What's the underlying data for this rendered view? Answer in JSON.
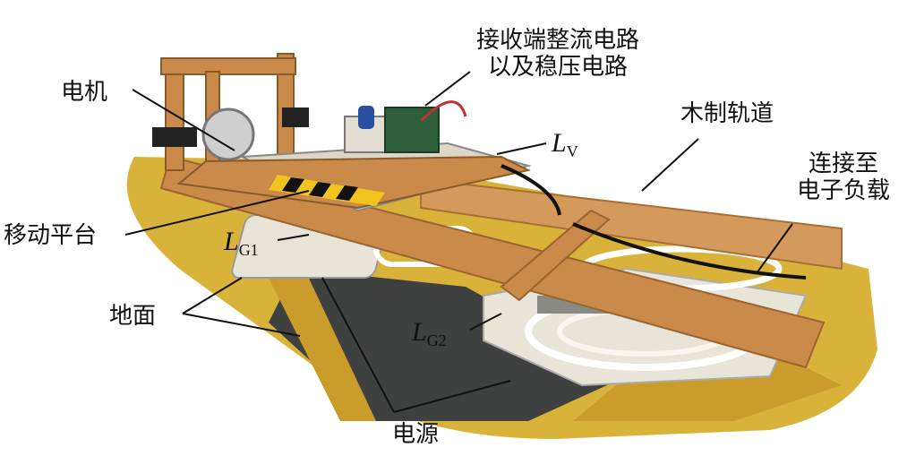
{
  "labels": {
    "rectifier_line1": "接收端整流电路",
    "rectifier_line2": "以及稳压电路",
    "motor": "电机",
    "wooden_track": "木制轨道",
    "load_line1": "连接至",
    "load_line2": "电子负载",
    "moving_platform": "移动平台",
    "ground": "地面",
    "power_source": "电源"
  },
  "symbols": {
    "lv": {
      "main": "L",
      "sub": "V"
    },
    "lg1": {
      "main": "L",
      "sub": "G1"
    },
    "lg2": {
      "main": "L",
      "sub": "G2"
    }
  },
  "colors": {
    "floor_yellow": "#d9b23a",
    "wood": "#c98a4a",
    "track_wood": "#d49a5c",
    "coil_white": "#f2efe6",
    "board_green": "#2f5f3a"
  }
}
